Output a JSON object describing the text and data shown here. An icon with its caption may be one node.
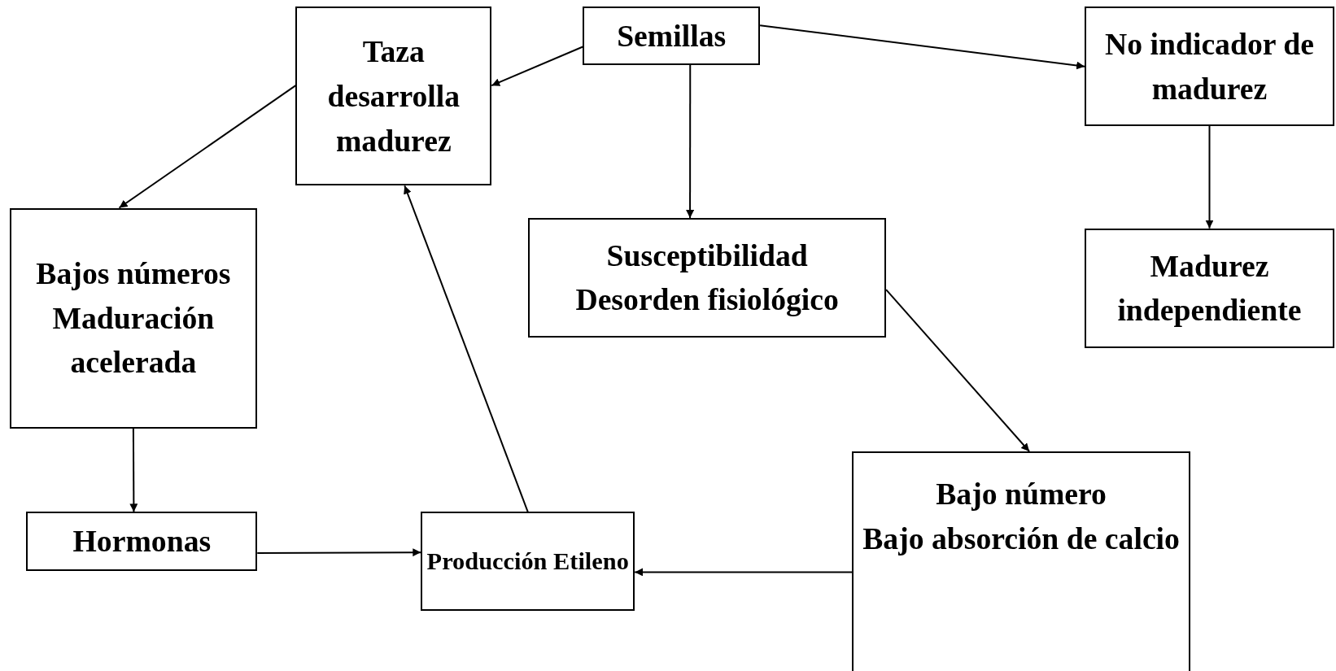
{
  "diagram": {
    "nodes": [
      {
        "text": [
          "Semillas"
        ]
      },
      {
        "text": [
          "Taza desarrolla madurez"
        ]
      },
      {
        "text": [
          "No indicador de madurez"
        ]
      },
      {
        "text": [
          "Bajos números",
          "Maduración acelerada"
        ]
      },
      {
        "text": [
          "Susceptibilidad",
          "Desorden fisiológico"
        ]
      },
      {
        "text": [
          "Madurez independiente"
        ]
      },
      {
        "text": [
          "Hormonas"
        ]
      },
      {
        "text": [
          "Producción Etileno"
        ]
      },
      {
        "text": [
          "Bajo número",
          "Bajo absorción de calcio"
        ]
      }
    ],
    "edges": [
      {
        "from": 0,
        "to": 1,
        "arrow": "to"
      },
      {
        "from": 0,
        "to": 2,
        "arrow": "to"
      },
      {
        "from": 0,
        "to": 4,
        "arrow": "to"
      },
      {
        "from": 1,
        "to": 3,
        "arrow": "to"
      },
      {
        "from": 2,
        "to": 5,
        "arrow": "to"
      },
      {
        "from": 3,
        "to": 6,
        "arrow": "to"
      },
      {
        "from": 6,
        "to": 7,
        "arrow": "to"
      },
      {
        "from": 7,
        "to": 1,
        "arrow": "to"
      },
      {
        "from": 4,
        "to": 8,
        "arrow": "to"
      },
      {
        "from": 8,
        "to": 7,
        "arrow": "to"
      }
    ]
  }
}
